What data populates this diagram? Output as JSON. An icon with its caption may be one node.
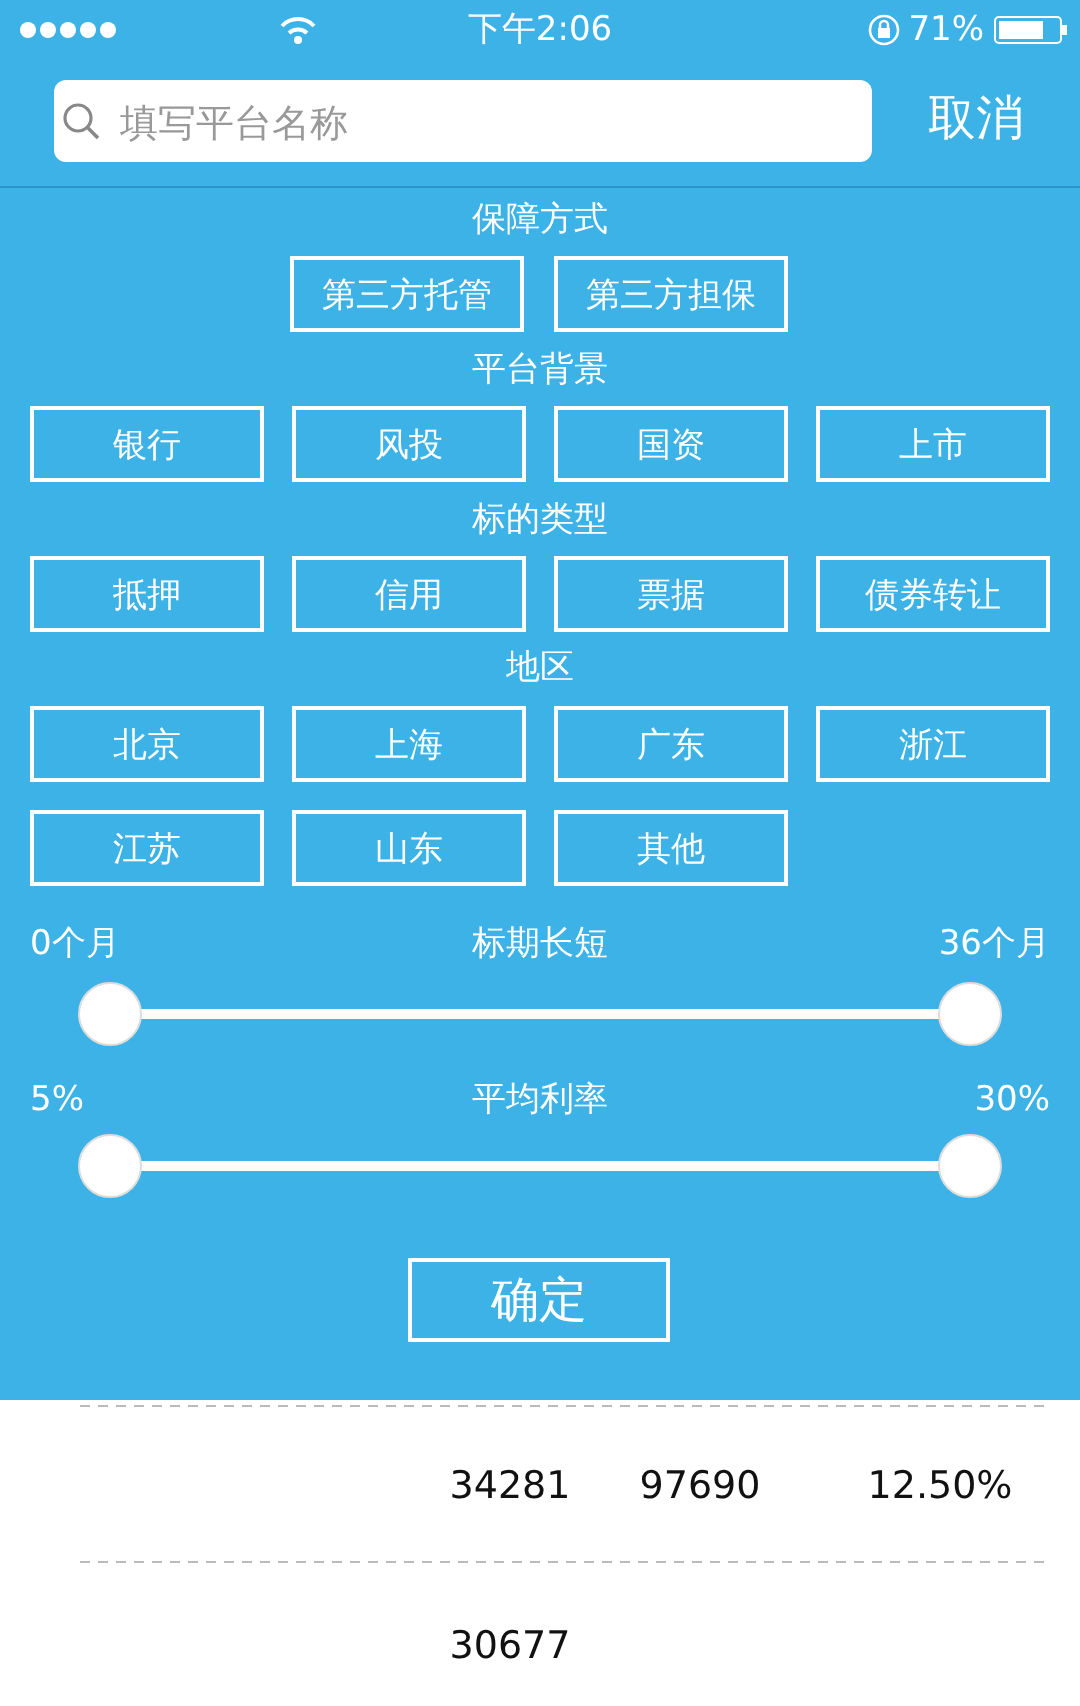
{
  "diagram": {
    "nodes": [
      {
        "text": [
          "填写平台名称"
        ]
      },
      {
        "text": [
          "第三方托管"
        ]
      },
      {
        "text": [
          "第三方担保"
        ]
      },
      {
        "text": [
          "银行"
        ]
      },
      {
        "text": [
          "风投"
        ]
      },
      {
        "text": [
          "国资"
        ]
      },
      {
        "text": [
          "上市"
        ]
      },
      {
        "text": [
          "抵押"
        ]
      },
      {
        "text": [
          "信用"
        ]
      },
      {
        "text": [
          "票据"
        ]
      },
      {
        "text": [
          "债券转让"
        ]
      },
      {
        "text": [
          "北京"
        ]
      },
      {
        "text": [
          "上海"
        ]
      },
      {
        "text": [
          "广东"
        ]
      },
      {
        "text": [
          "浙江"
        ]
      },
      {
        "text": [
          "江苏"
        ]
      },
      {
        "text": [
          "山东"
        ]
      },
      {
        "text": [
          "其他"
        ]
      },
      {
        "text": [
          "确定"
        ]
      }
    ],
    "labels": [
      "下午2:06",
      "71%",
      "取消",
      "保障方式",
      "平台背景",
      "标的类型",
      "地区",
      "0个月",
      "标期长短",
      "36个月",
      "5%",
      "平均利率",
      "30%",
      "34281",
      "97690",
      "12.50%",
      "30677"
    ]
  }
}
